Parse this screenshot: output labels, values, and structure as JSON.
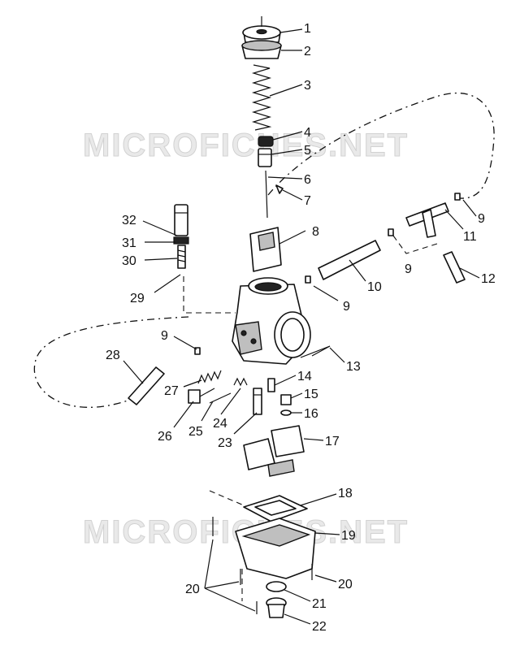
{
  "watermark": {
    "text": "MICROFICHES.NET"
  },
  "callouts": {
    "n1": "1",
    "n2": "2",
    "n3": "3",
    "n4": "4",
    "n5": "5",
    "n6": "6",
    "n7": "7",
    "n8": "8",
    "n9a": "9",
    "n9b": "9",
    "n9c": "9",
    "n9d": "9",
    "n10": "10",
    "n11": "11",
    "n12": "12",
    "n13": "13",
    "n14": "14",
    "n15": "15",
    "n16": "16",
    "n17": "17",
    "n18": "18",
    "n19": "19",
    "n20a": "20",
    "n20b": "20",
    "n21": "21",
    "n22": "22",
    "n23": "23",
    "n24": "24",
    "n25": "25",
    "n26": "26",
    "n27": "27",
    "n28": "28",
    "n29": "29",
    "n30": "30",
    "n31": "31",
    "n32": "32"
  }
}
